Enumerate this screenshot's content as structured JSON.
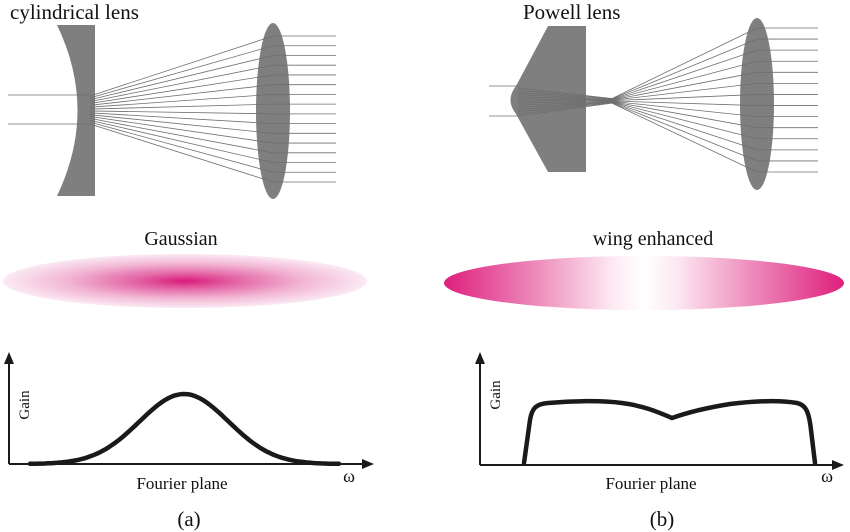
{
  "colors": {
    "lens": "#7f7f7f",
    "ray": "#6f6f6f",
    "curve": "#1a1a1a",
    "magenta": "#e0207e",
    "background": "#ffffff"
  },
  "panel_a": {
    "lens_title": "cylindrical lens",
    "profile_title": "Gaussian",
    "gain_label": "Gain",
    "plane_label": "Fourier plane",
    "omega_label": "ω",
    "caption": "(a)"
  },
  "panel_b": {
    "lens_title": "Powell lens",
    "profile_title": "wing enhanced",
    "gain_label": "Gain",
    "plane_label": "Fourier plane",
    "omega_label": "ω",
    "caption": "(b)"
  }
}
